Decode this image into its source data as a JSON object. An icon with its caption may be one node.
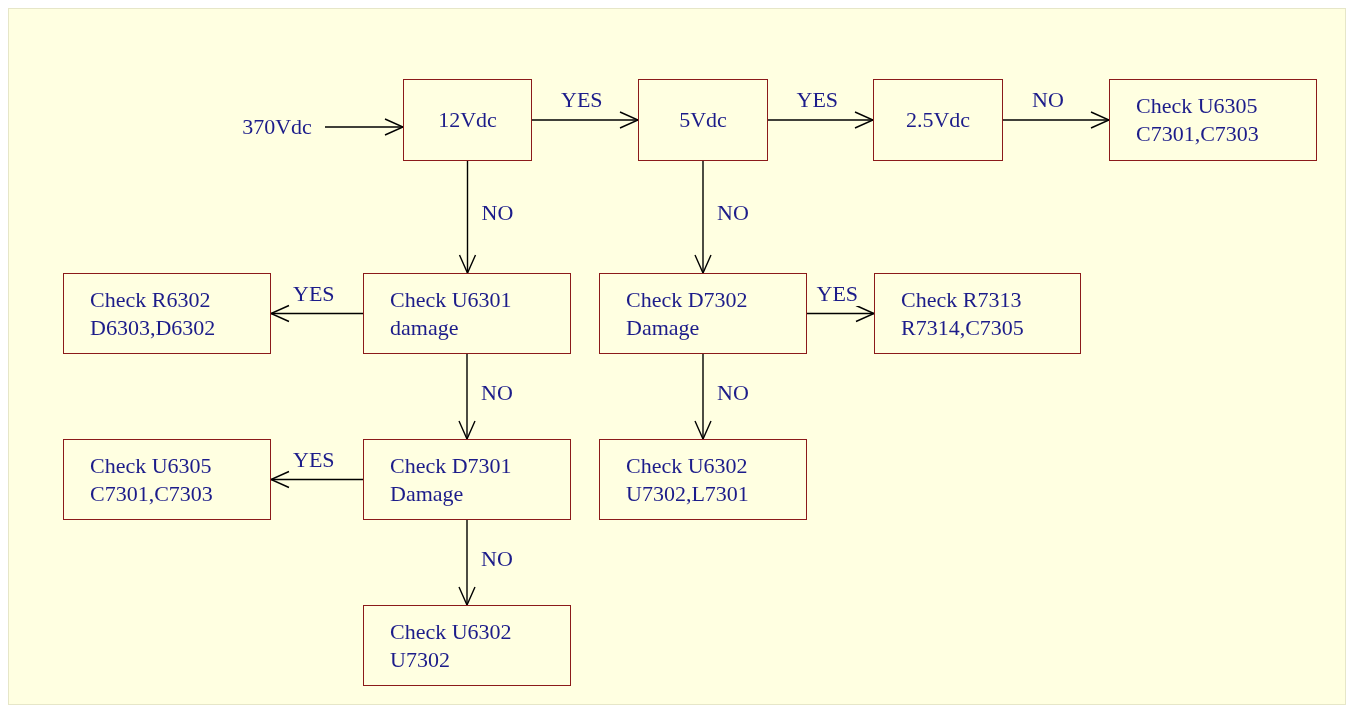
{
  "diagram": {
    "nodes": [
      {
        "text": [
          "370Vdc"
        ]
      },
      {
        "text": [
          "12Vdc"
        ]
      },
      {
        "text": [
          "5Vdc"
        ]
      },
      {
        "text": [
          "2.5Vdc"
        ]
      },
      {
        "text": [
          "Check U6305 C7301,C7303"
        ]
      },
      {
        "text": [
          "Check R6302 D6303,D6302"
        ]
      },
      {
        "text": [
          "Check U6301 damage"
        ]
      },
      {
        "text": [
          "Check D7302 Damage"
        ]
      },
      {
        "text": [
          "Check R7313 R7314,C7305"
        ]
      },
      {
        "text": [
          "Check U6305 C7301,C7303"
        ]
      },
      {
        "text": [
          "Check D7301 Damage"
        ]
      },
      {
        "text": [
          "Check U6302 U7302,L7301"
        ]
      },
      {
        "text": [
          "Check U6302 U7302"
        ]
      }
    ],
    "edges": [
      {
        "from": 0,
        "to": 1,
        "arrow": "to"
      },
      {
        "from": 1,
        "to": 2,
        "arrow": "to",
        "label": "YES"
      },
      {
        "from": 2,
        "to": 3,
        "arrow": "to",
        "label": "YES"
      },
      {
        "from": 3,
        "to": 4,
        "arrow": "to",
        "label": "NO"
      },
      {
        "from": 1,
        "to": 6,
        "arrow": "to",
        "label": "NO"
      },
      {
        "from": 2,
        "to": 7,
        "arrow": "to",
        "label": "NO"
      },
      {
        "from": 6,
        "to": 5,
        "arrow": "to",
        "label": "YES"
      },
      {
        "from": 7,
        "to": 8,
        "arrow": "to",
        "label": "YES"
      },
      {
        "from": 6,
        "to": 10,
        "arrow": "to",
        "label": "NO"
      },
      {
        "from": 7,
        "to": 11,
        "arrow": "to",
        "label": "NO"
      },
      {
        "from": 10,
        "to": 9,
        "arrow": "to",
        "label": "YES"
      },
      {
        "from": 10,
        "to": 12,
        "arrow": "to",
        "label": "NO"
      }
    ]
  }
}
